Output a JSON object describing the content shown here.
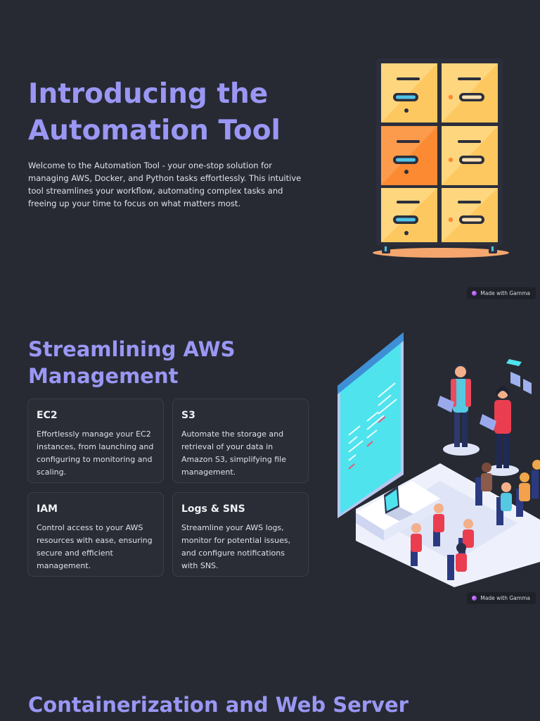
{
  "slide1": {
    "title": "Introducing the Automation Tool",
    "description": "Welcome to the Automation Tool - your one-stop solution for managing AWS, Docker, and Python tasks effortlessly. This intuitive tool streamlines your workflow, automating complex tasks and freeing up your time to focus on what matters most.",
    "badge": "Made with Gamma",
    "illustration": "filing-cabinet-illustration"
  },
  "slide2": {
    "title": "Streamlining AWS Management",
    "cards": [
      {
        "title": "EC2",
        "body": "Effortlessly manage your EC2 instances, from launching and configuring to monitoring and scaling."
      },
      {
        "title": "S3",
        "body": "Automate the storage and retrieval of your data in Amazon S3, simplifying file management."
      },
      {
        "title": "IAM",
        "body": "Control access to your AWS resources with ease, ensuring secure and efficient management."
      },
      {
        "title": "Logs & SNS",
        "body": "Streamline your AWS logs, monitor for potential issues, and configure notifications with SNS."
      }
    ],
    "badge": "Made with Gamma",
    "illustration": "presentation-audience-illustration"
  },
  "slide3": {
    "title": "Containerization and Web Server"
  },
  "colors": {
    "background": "#272a33",
    "heading": "#9a97f4",
    "card_border": "#3a3e49",
    "cabinet_yellow": "#fdc85f",
    "cabinet_orange": "#fb8a32",
    "screen_cyan": "#4fe3ee"
  }
}
